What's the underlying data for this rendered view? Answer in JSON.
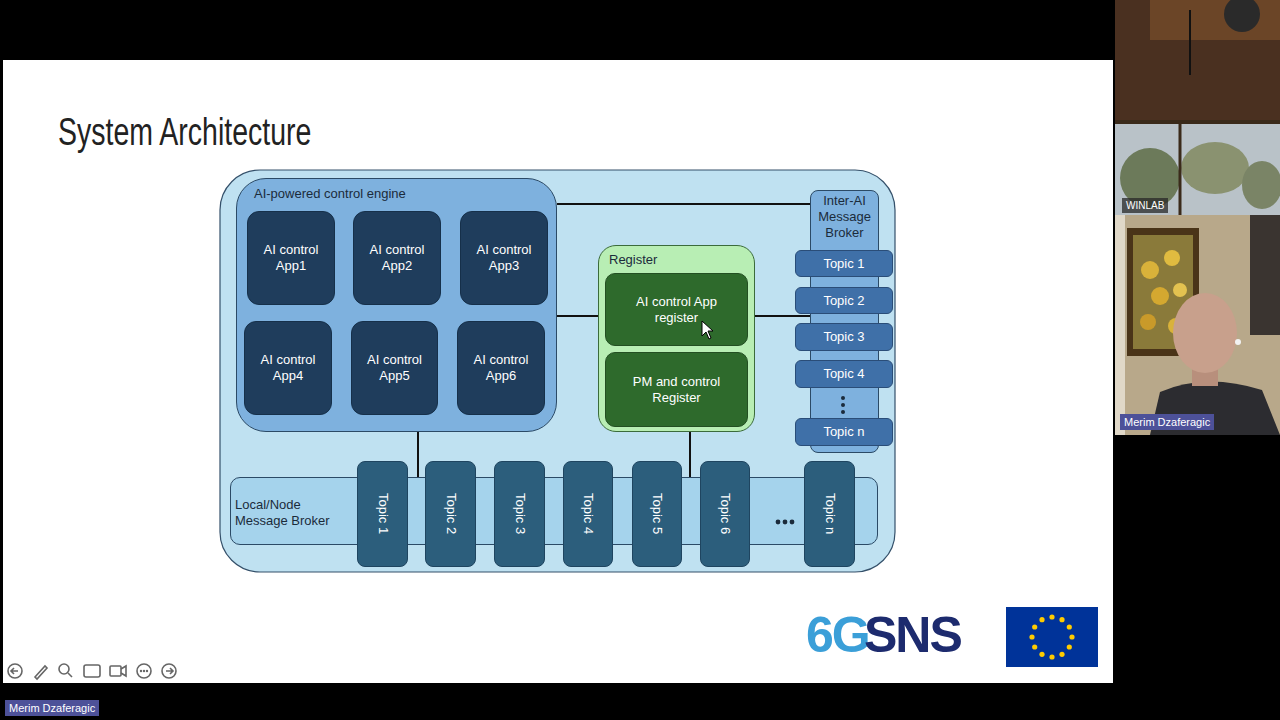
{
  "diagram": {
    "title": "System Architecture",
    "nodes": [
      {
        "text": [
          "AI-powered control engine"
        ]
      },
      {
        "text": [
          "AI control App1"
        ],
        "in": 0
      },
      {
        "text": [
          "AI control App2"
        ],
        "in": 0
      },
      {
        "text": [
          "AI control App3"
        ],
        "in": 0
      },
      {
        "text": [
          "AI control App4"
        ],
        "in": 0
      },
      {
        "text": [
          "AI control App5"
        ],
        "in": 0
      },
      {
        "text": [
          "AI control App6"
        ],
        "in": 0
      },
      {
        "text": [
          "Register"
        ]
      },
      {
        "text": [
          "AI control App register"
        ],
        "in": 7
      },
      {
        "text": [
          "PM and control Register"
        ],
        "in": 7
      },
      {
        "text": [
          "Inter-AI Message Broker"
        ]
      },
      {
        "text": [
          "Topic 1"
        ],
        "in": 10
      },
      {
        "text": [
          "Topic 2"
        ],
        "in": 10
      },
      {
        "text": [
          "Topic 3"
        ],
        "in": 10
      },
      {
        "text": [
          "Topic 4"
        ],
        "in": 10
      },
      {
        "text": [
          "Topic n"
        ],
        "in": 10
      },
      {
        "text": [
          "Local/Node Message Broker"
        ]
      },
      {
        "text": [
          "Topic 1"
        ],
        "in": 16
      },
      {
        "text": [
          "Topic 2"
        ],
        "in": 16
      },
      {
        "text": [
          "Topic 3"
        ],
        "in": 16
      },
      {
        "text": [
          "Topic 4"
        ],
        "in": 16
      },
      {
        "text": [
          "Topic 5"
        ],
        "in": 16
      },
      {
        "text": [
          "Topic 6"
        ],
        "in": 16
      },
      {
        "text": [
          "Topic n"
        ],
        "in": 16
      }
    ],
    "edges": [
      {
        "from": 0,
        "to": 10,
        "arrow": "none"
      },
      {
        "from": 0,
        "to": 7,
        "arrow": "none"
      },
      {
        "from": 7,
        "to": 10,
        "arrow": "none"
      },
      {
        "from": 0,
        "to": 16,
        "arrow": "none"
      },
      {
        "from": 7,
        "to": 16,
        "arrow": "none"
      }
    ],
    "labels": [
      "WINLAB",
      "Merim Dzaferagic",
      "6G",
      "SNS",
      "Merim Dzaferagic"
    ]
  }
}
